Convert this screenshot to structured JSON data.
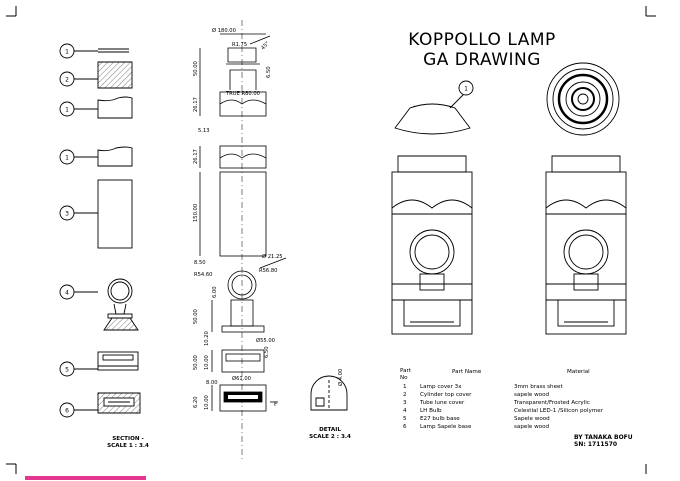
{
  "title": {
    "line1": "KOPPOLLO LAMP",
    "line2": "GA DRAWING"
  },
  "balloons": [
    "1",
    "2",
    "1",
    "1",
    "3",
    "4",
    "5",
    "6"
  ],
  "top_view_balloon": "1",
  "dimensions": {
    "d_top": "Ø 180.00",
    "r_top": "R1.75",
    "ang": "45°",
    "h1": "50.00",
    "h1b": "6.50",
    "d_true": "TRUE R80.00",
    "h2": "26.17",
    "w_513": "5.13",
    "h3": "26.17",
    "h4": "150.00",
    "d_2125": "Ø 21.25",
    "h_850": "8.50",
    "r_5580": "R56.80",
    "r_5460": "R54.60",
    "h_600": "6.00",
    "h_5000": "50.00",
    "h_1020": "10.20",
    "d_5500": "Ø55.00",
    "h_5000b": "50.00",
    "h_1000": "10.00",
    "h_650": "6.50",
    "h_800": "8.00",
    "d_6100": "Ø61.00",
    "h_620": "6.20",
    "h_1000b": "10.00",
    "detail_d": "Ø 4.00",
    "detail_ref": "F"
  },
  "labels": {
    "section": "SECTION -\nSCALE 1 : 3.4",
    "detail": "DETAIL\nSCALE 2 : 3.4"
  },
  "bom": {
    "headers": [
      "Part\nNo",
      "Part Name",
      "Material"
    ],
    "rows": [
      {
        "no": "1",
        "name": "Lamp cover 3x",
        "material": "3mm brass sheet"
      },
      {
        "no": "2",
        "name": "Cylinder top cover",
        "material": "sapele wood"
      },
      {
        "no": "3",
        "name": "Tube lune cover",
        "material": "Transparent/Frosted Acrylic"
      },
      {
        "no": "4",
        "name": "LH Bulb",
        "material": "Celestial LED-1 /Silicon polymer"
      },
      {
        "no": "5",
        "name": "E27 bulb base",
        "material": "Sapele wood"
      },
      {
        "no": "6",
        "name": "Lamp Sapele base",
        "material": "sapele wood"
      }
    ]
  },
  "author": {
    "line1": "BY TANAKA BOFU",
    "line2": "SN: 1711570"
  },
  "colors": {
    "line": "#000000",
    "hatch": "#444444",
    "accent_bar": "#e4368f"
  }
}
